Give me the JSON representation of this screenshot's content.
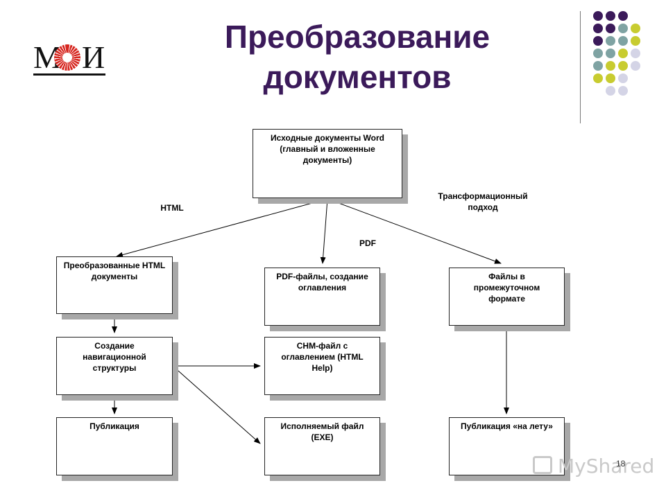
{
  "logo": {
    "letter_left": "М",
    "letter_right": "И"
  },
  "title": {
    "line1": "Преобразование",
    "line2": "документов"
  },
  "colors": {
    "dark_purple": "#3b1a5a",
    "teal": "#7fa3a3",
    "yellow_green": "#c8cc30",
    "lavender": "#d4d4e6"
  },
  "dot_grid": [
    [
      "dark_purple",
      "dark_purple",
      "dark_purple",
      null
    ],
    [
      "dark_purple",
      "dark_purple",
      "teal",
      "yellow_green"
    ],
    [
      "dark_purple",
      "teal",
      "teal",
      "yellow_green"
    ],
    [
      "teal",
      "teal",
      "yellow_green",
      "lavender"
    ],
    [
      "teal",
      "yellow_green",
      "yellow_green",
      "lavender"
    ],
    [
      "yellow_green",
      "yellow_green",
      "lavender",
      null
    ],
    [
      null,
      "lavender",
      "lavender",
      null
    ]
  ],
  "boxes": {
    "source": "Исходные документы Word (главный и вложенные документы)",
    "html_docs": "Преобразованные HTML документы",
    "pdf_files": "PDF-файлы, создание оглавления",
    "intermediate": "Файлы в промежуточном формате",
    "navigation": "Создание навигационной структуры",
    "chm": "CHM-файл с оглавлением (HTML Help)",
    "publication": "Публикация",
    "exe": "Исполняемый файл (EXE)",
    "on_the_fly": "Публикация «на лету»"
  },
  "labels": {
    "html": "HTML",
    "pdf": "PDF",
    "transform": "Трансформационный подход"
  },
  "slide_number": "18",
  "watermark": "MyShared"
}
